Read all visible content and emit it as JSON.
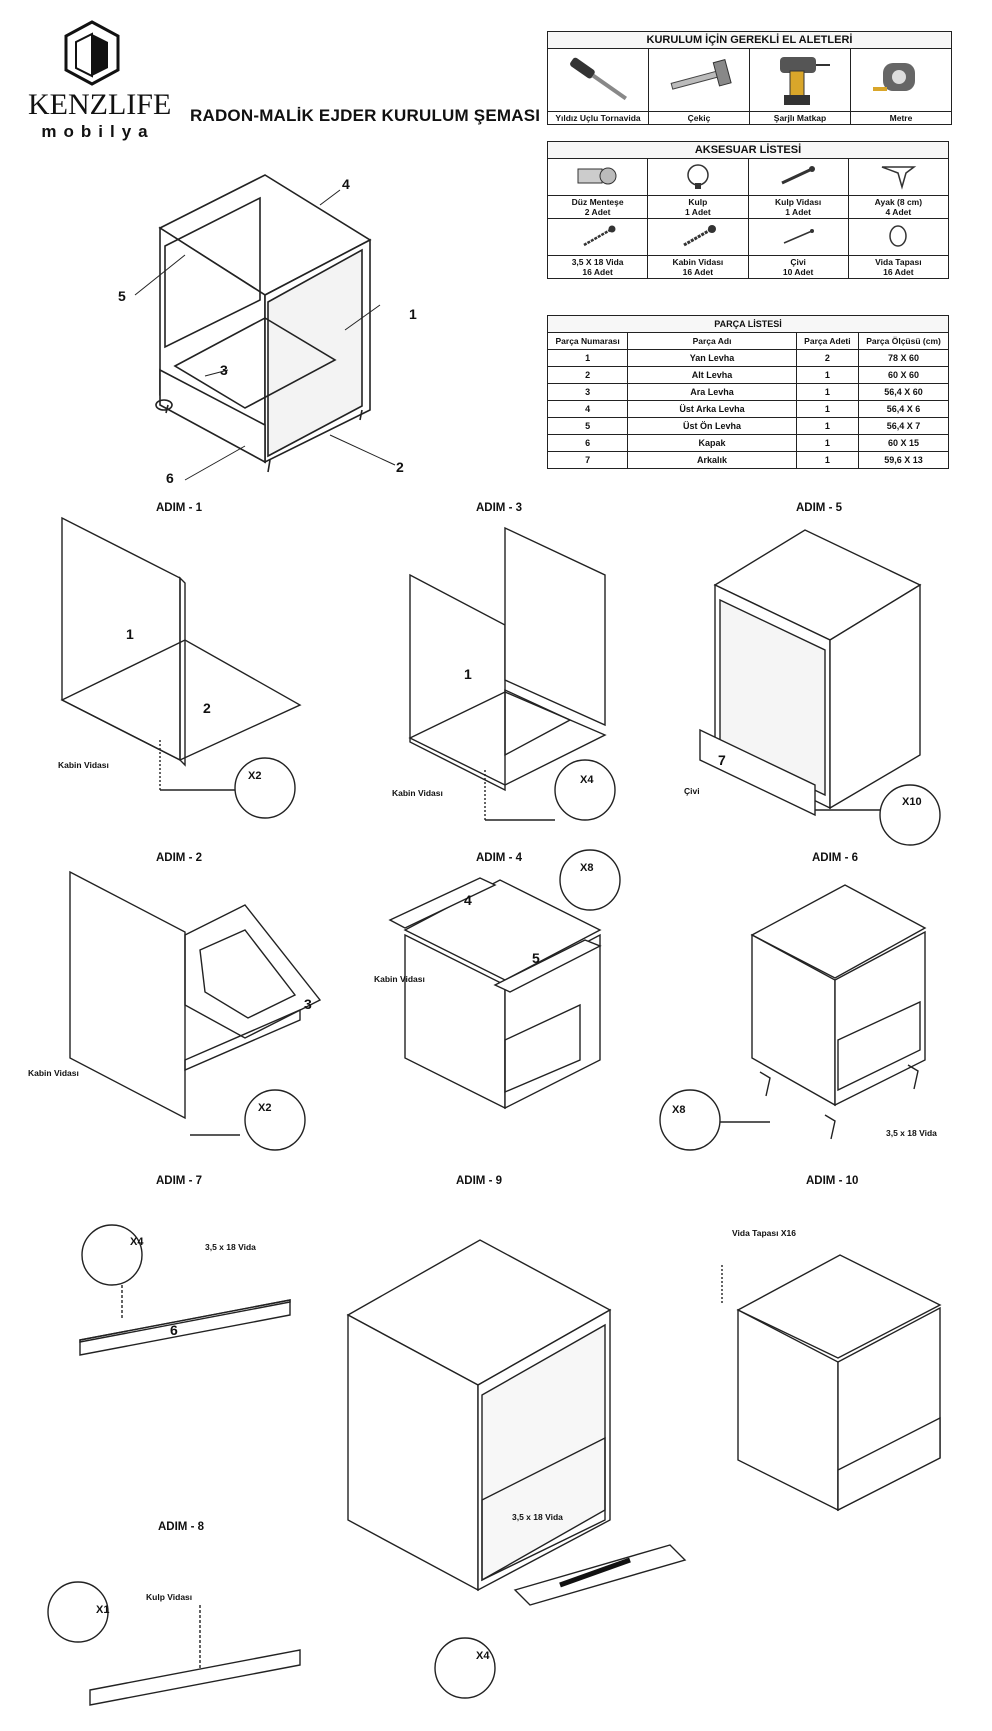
{
  "brand": {
    "name": "KENZLIFE",
    "sub": "mobilya"
  },
  "title": "RADON-MALİK EJDER KURULUM ŞEMASI",
  "tools": {
    "header": "KURULUM İÇİN GEREKLİ EL ALETLERİ",
    "items": [
      {
        "label": "Yıldız Uçlu Tornavida",
        "icon": "screwdriver-icon"
      },
      {
        "label": "Çekiç",
        "icon": "hammer-icon"
      },
      {
        "label": "Şarjlı Matkap",
        "icon": "drill-icon"
      },
      {
        "label": "Metre",
        "icon": "tape-measure-icon"
      }
    ]
  },
  "accessories": {
    "header": "AKSESUAR LİSTESİ",
    "items": [
      {
        "name": "Düz Menteşe",
        "qty": "2 Adet"
      },
      {
        "name": "Kulp",
        "qty": "1 Adet"
      },
      {
        "name": "Kulp Vidası",
        "qty": "1 Adet"
      },
      {
        "name": "Ayak (8 cm)",
        "qty": "4 Adet"
      },
      {
        "name": "3,5 X 18 Vida",
        "qty": "16 Adet"
      },
      {
        "name": "Kabin Vidası",
        "qty": "16 Adet"
      },
      {
        "name": "Çivi",
        "qty": "10 Adet"
      },
      {
        "name": "Vida Tapası",
        "qty": "16 Adet"
      }
    ]
  },
  "parts": {
    "header": "PARÇA LİSTESİ",
    "columns": [
      "Parça Numarası",
      "Parça Adı",
      "Parça Adeti",
      "Parça Ölçüsü (cm)"
    ],
    "rows": [
      [
        "1",
        "Yan Levha",
        "2",
        "78 X 60"
      ],
      [
        "2",
        "Alt Levha",
        "1",
        "60 X 60"
      ],
      [
        "3",
        "Ara Levha",
        "1",
        "56,4 X 60"
      ],
      [
        "4",
        "Üst Arka Levha",
        "1",
        "56,4 X 6"
      ],
      [
        "5",
        "Üst Ön Levha",
        "1",
        "56,4 X 7"
      ],
      [
        "6",
        "Kapak",
        "1",
        "60 X 15"
      ],
      [
        "7",
        "Arkalık",
        "1",
        "59,6 X 13"
      ]
    ]
  },
  "overview_labels": [
    "1",
    "2",
    "3",
    "4",
    "5",
    "6"
  ],
  "steps": {
    "s1": {
      "title": "ADIM - 1",
      "panel_a": "1",
      "panel_b": "2",
      "note": "Kabin Vidası",
      "qty": "X2"
    },
    "s2": {
      "title": "ADIM - 2",
      "panel": "3",
      "note": "Kabin Vidası",
      "qty": "X2"
    },
    "s3": {
      "title": "ADIM - 3",
      "panel": "1",
      "note": "Kabin Vidası",
      "qty": "X4"
    },
    "s4": {
      "title": "ADIM - 4",
      "panel_a": "4",
      "panel_b": "5",
      "note": "Kabin Vidası",
      "qty": "X8"
    },
    "s5": {
      "title": "ADIM - 5",
      "panel": "7",
      "note": "Çivi",
      "qty": "X10"
    },
    "s6": {
      "title": "ADIM - 6",
      "note": "3,5 x 18 Vida",
      "qty": "X8"
    },
    "s7": {
      "title": "ADIM - 7",
      "panel": "6",
      "note": "3,5 x 18 Vida",
      "qty": "X4"
    },
    "s8": {
      "title": "ADIM - 8",
      "note": "Kulp Vidası",
      "qty": "X1"
    },
    "s9": {
      "title": "ADIM - 9",
      "note": "3,5 x 18 Vida",
      "qty": "X4"
    },
    "s10": {
      "title": "ADIM - 10",
      "note": "Vida Tapası X16"
    }
  }
}
